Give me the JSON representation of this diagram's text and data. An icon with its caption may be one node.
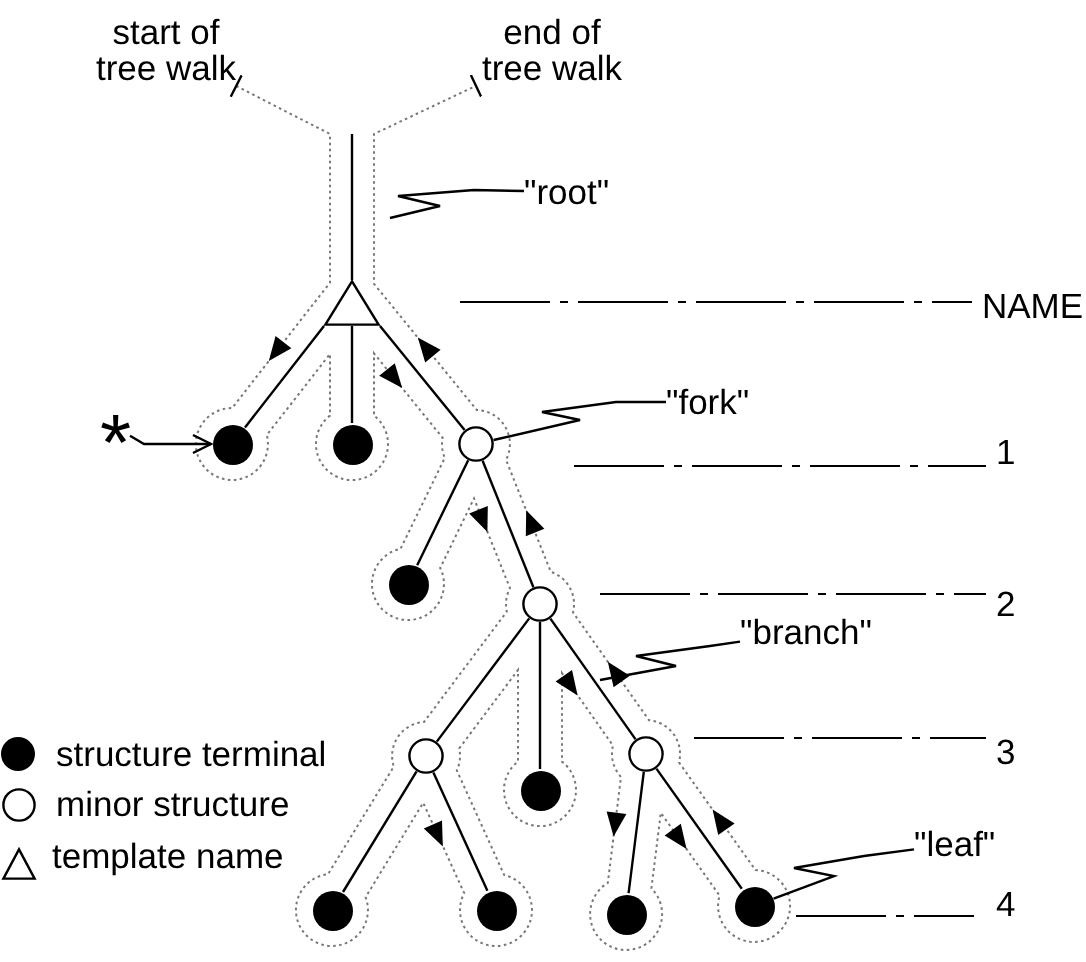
{
  "diagram": {
    "nodes": [
      {
        "text": [
          "start of tree walk"
        ]
      },
      {
        "text": [
          "end of tree walk"
        ]
      },
      {
        "text": [
          "\"root\""
        ]
      },
      {
        "text": [],
        "shape": "triangle"
      },
      {
        "text": [
          "\"fork\""
        ]
      },
      {
        "text": [
          "*"
        ]
      },
      {
        "text": [],
        "shape": "dot"
      },
      {
        "text": [],
        "shape": "dot"
      },
      {
        "text": [],
        "shape": "circle"
      },
      {
        "text": [],
        "shape": "dot"
      },
      {
        "text": [],
        "shape": "circle"
      },
      {
        "text": [
          "\"branch\""
        ]
      },
      {
        "text": [],
        "shape": "circle"
      },
      {
        "text": [],
        "shape": "dot"
      },
      {
        "text": [],
        "shape": "circle"
      },
      {
        "text": [
          "\"leaf\""
        ]
      },
      {
        "text": [],
        "shape": "dot"
      },
      {
        "text": [],
        "shape": "dot"
      },
      {
        "text": [],
        "shape": "dot"
      },
      {
        "text": [],
        "shape": "dot"
      }
    ],
    "edges": [
      {
        "from": null,
        "to": 3,
        "arrow": "none"
      },
      {
        "from": 3,
        "to": 6,
        "arrow": "none"
      },
      {
        "from": 3,
        "to": 7,
        "arrow": "none"
      },
      {
        "from": 3,
        "to": 8,
        "arrow": "none"
      },
      {
        "from": 8,
        "to": 9,
        "arrow": "none"
      },
      {
        "from": 8,
        "to": 10,
        "arrow": "none"
      },
      {
        "from": 10,
        "to": 12,
        "arrow": "none"
      },
      {
        "from": 10,
        "to": 13,
        "arrow": "none"
      },
      {
        "from": 10,
        "to": 14,
        "arrow": "none"
      },
      {
        "from": 12,
        "to": 16,
        "arrow": "none"
      },
      {
        "from": 12,
        "to": 17,
        "arrow": "none"
      },
      {
        "from": 14,
        "to": 18,
        "arrow": "none"
      },
      {
        "from": 14,
        "to": 19,
        "arrow": "none"
      },
      {
        "from": 0,
        "to": 1,
        "arrow": "to",
        "style": "dashed",
        "color": "#777777"
      },
      {
        "from": 2,
        "to": null,
        "arrow": "none"
      },
      {
        "from": 4,
        "to": 8,
        "arrow": "none"
      },
      {
        "from": 11,
        "to": null,
        "arrow": "none"
      },
      {
        "from": 15,
        "to": 19,
        "arrow": "none"
      },
      {
        "from": 5,
        "to": 6,
        "arrow": "to"
      }
    ],
    "labels": [
      "NAME",
      "1",
      "2",
      "3",
      "4"
    ],
    "legend": [
      {
        "text": "structure terminal"
      },
      {
        "text": "minor structure"
      },
      {
        "text": "template name"
      }
    ]
  }
}
